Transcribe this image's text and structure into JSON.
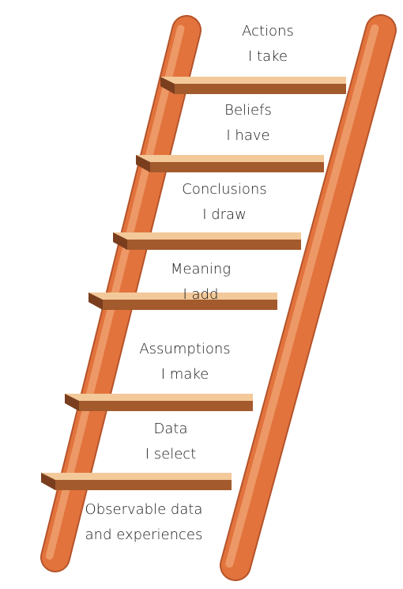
{
  "colors": {
    "rail_face": "#e2733d",
    "rail_highlight": "#f0a06f",
    "rail_shadow": "#b5532a",
    "rung_top": "#f3c99a",
    "rung_front": "#a35a2d",
    "rung_end": "#7a3e1e"
  },
  "rungs": [
    {
      "line1": "Actions",
      "line2": "I take"
    },
    {
      "line1": "Beliefs",
      "line2": "I have"
    },
    {
      "line1": "Conclusions",
      "line2": "I draw"
    },
    {
      "line1": "Meaning",
      "line2": "I add"
    },
    {
      "line1": "Assumptions",
      "line2": "I make"
    },
    {
      "line1": "Data",
      "line2": "I select"
    },
    {
      "line1": "Observable data",
      "line2": "and experiences"
    }
  ]
}
